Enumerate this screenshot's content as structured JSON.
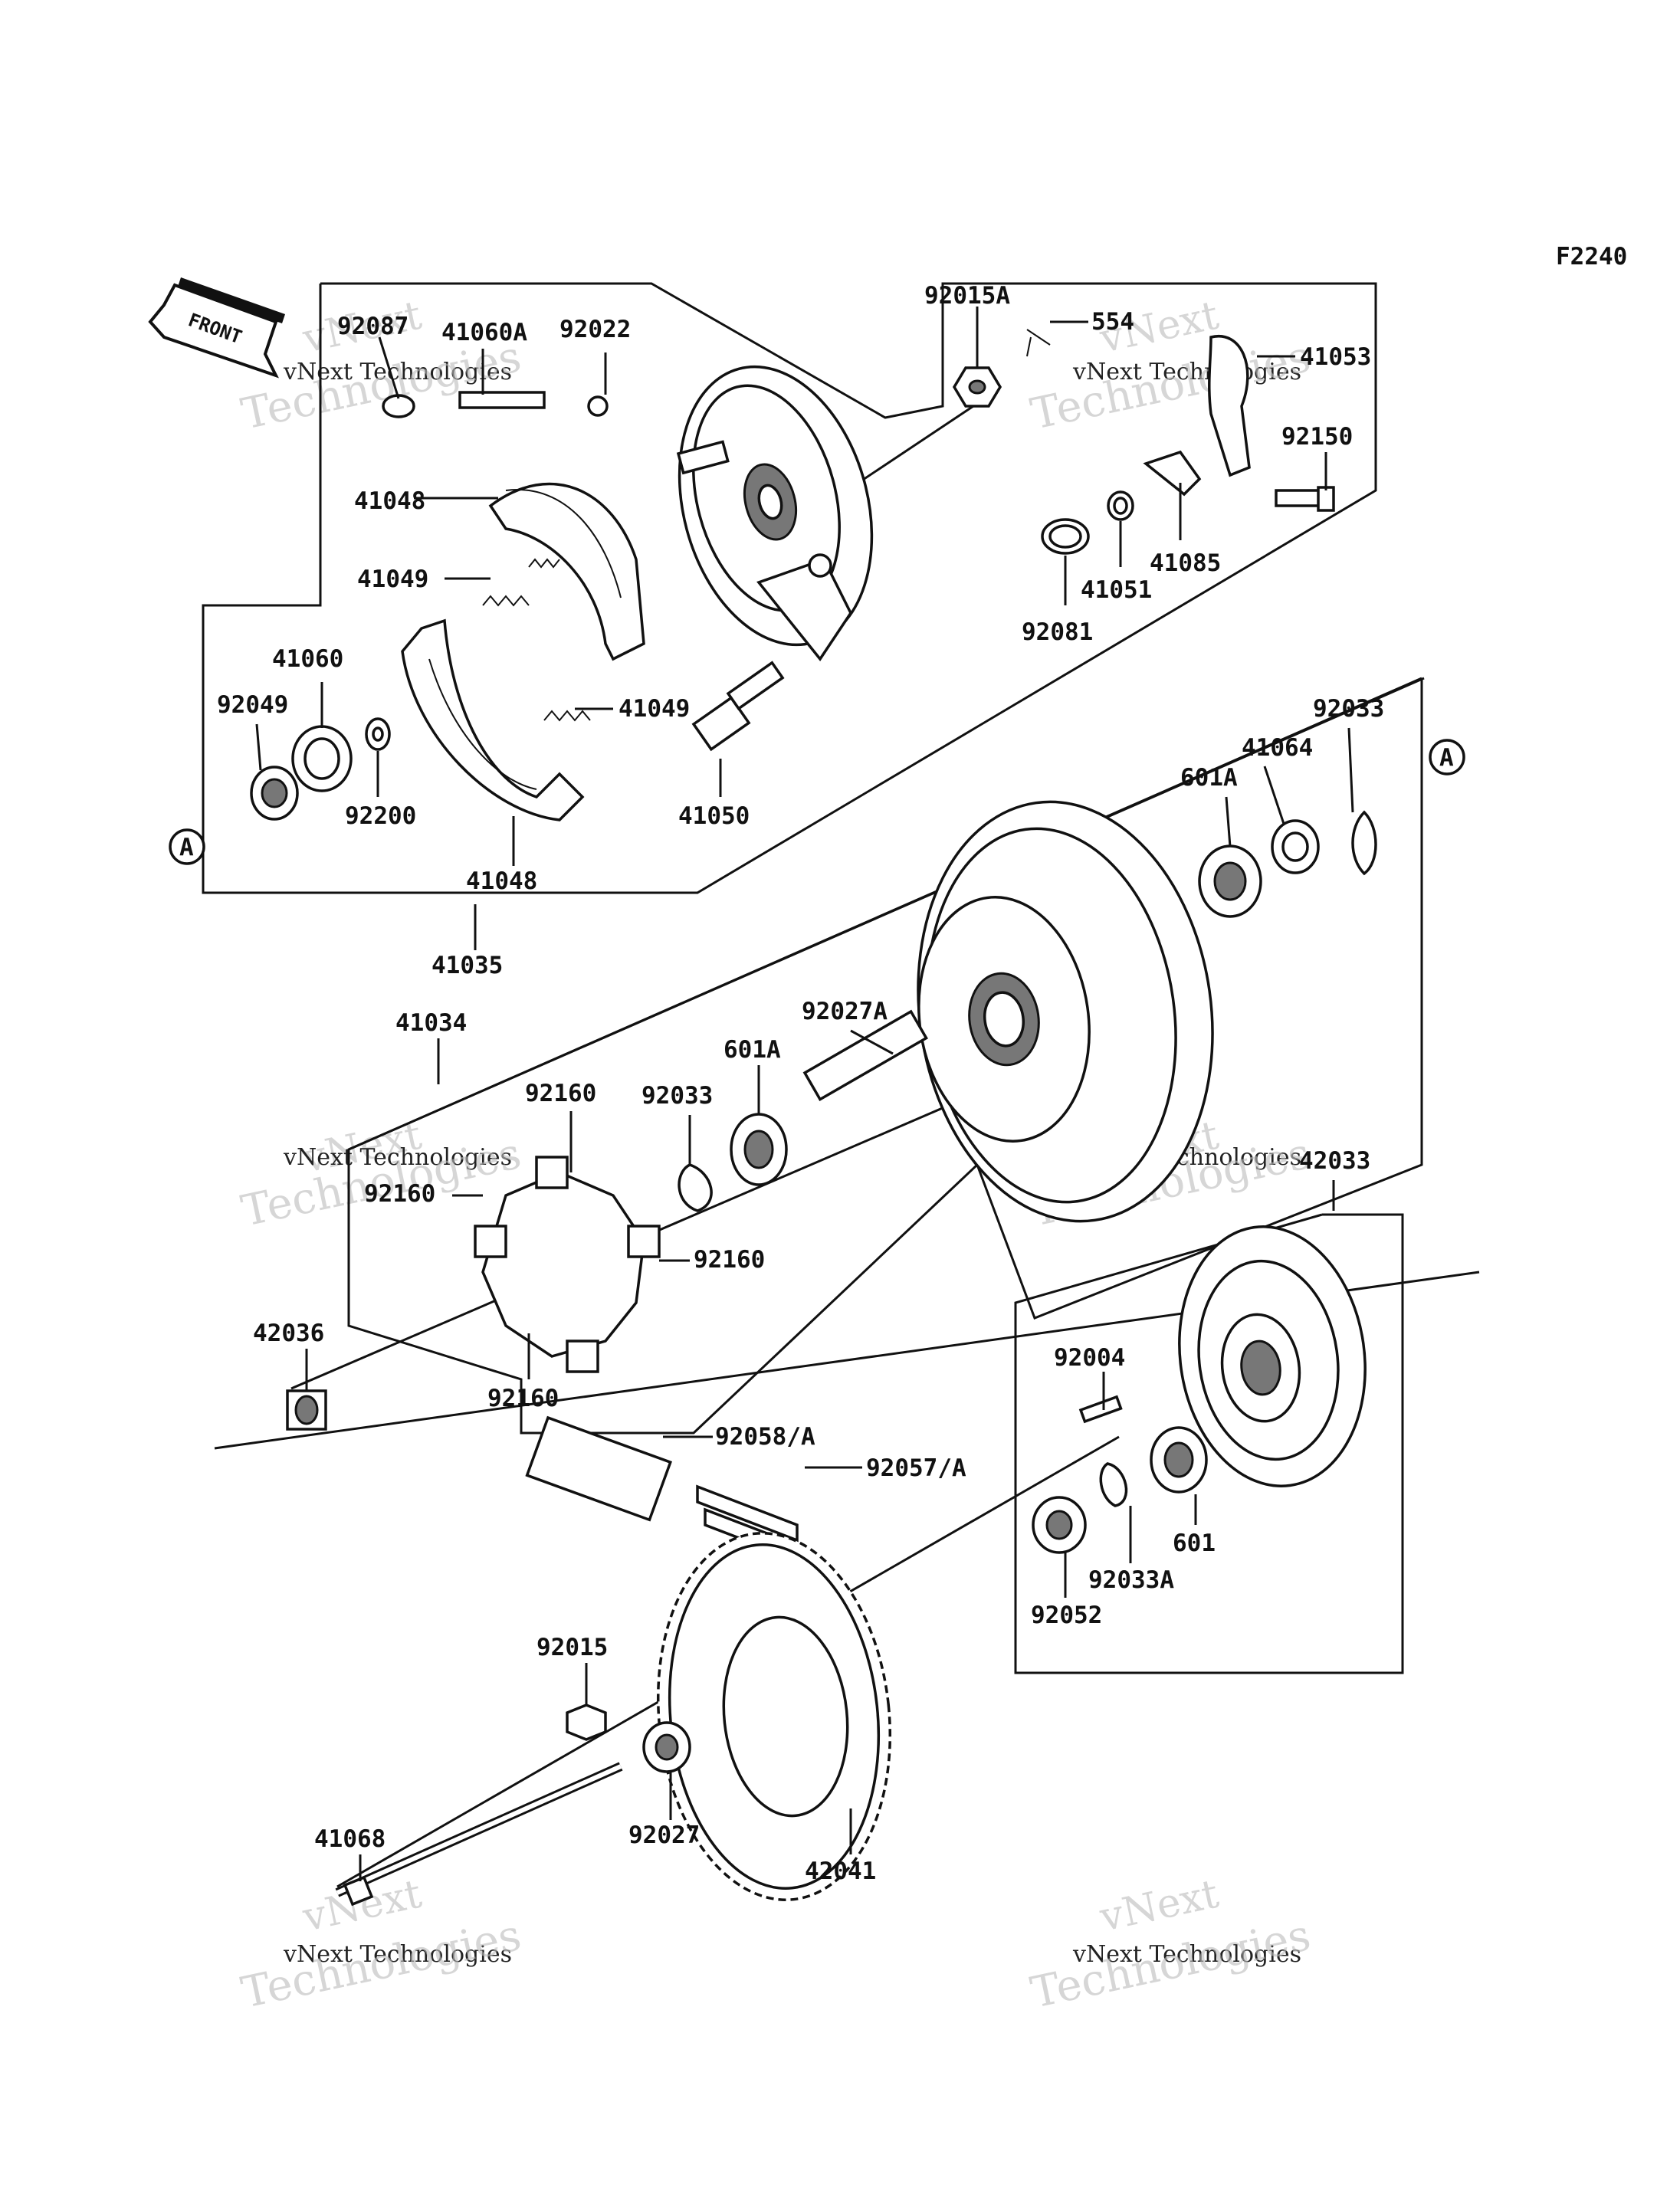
{
  "diagram_code": "F2240",
  "front_label": "FRONT",
  "watermark": {
    "line1": "vNext",
    "line2": "vNext Technologies",
    "line3": "Technologies"
  },
  "ref_marker": "A",
  "parts": {
    "p92087": "92087",
    "p41060A": "41060A",
    "p92022": "92022",
    "p92015A": "92015A",
    "p554": "554",
    "p41053": "41053",
    "p92150": "92150",
    "p41048a": "41048",
    "p41049a": "41049",
    "p41085": "41085",
    "p41051": "41051",
    "p92081": "92081",
    "p41060": "41060",
    "p92049": "92049",
    "p41049b": "41049",
    "p92033a": "92033",
    "p41064": "41064",
    "p601Aa": "601A",
    "p92200": "92200",
    "p41050": "41050",
    "p41048b": "41048",
    "p41035": "41035",
    "p41034": "41034",
    "p92027A": "92027A",
    "p601Ab": "601A",
    "p92160a": "92160",
    "p92033b": "92033",
    "p92160b": "92160",
    "p92160c": "92160",
    "p42033": "42033",
    "p42036": "42036",
    "p92160d": "92160",
    "p92004": "92004",
    "p92058A": "92058/A",
    "p92057A": "92057/A",
    "p601": "601",
    "p92033A": "92033A",
    "p92052": "92052",
    "p92015": "92015",
    "p41068": "41068",
    "p92027": "92027",
    "p42041": "42041"
  }
}
